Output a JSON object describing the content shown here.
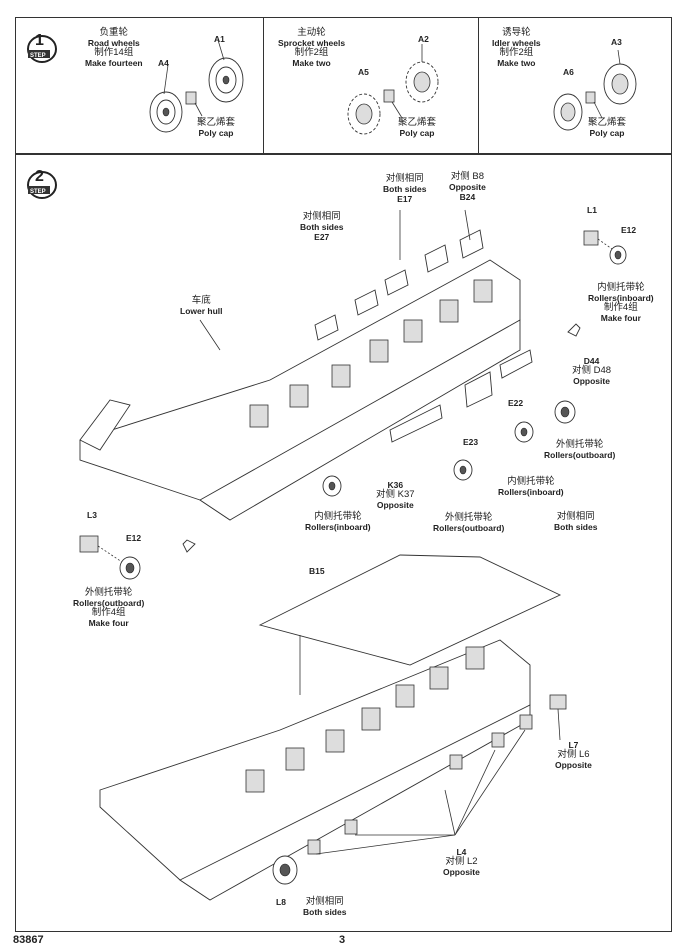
{
  "step1": {
    "step_number": "1",
    "step_word": "STEP",
    "panels": [
      {
        "cn_title": "负重轮",
        "en_title": "Road wheels",
        "cn_count": "制作14组",
        "en_count": "Make fourteen",
        "part_a": "A1",
        "part_b": "A4",
        "cap_cn": "聚乙烯套",
        "cap_en": "Poly cap"
      },
      {
        "cn_title": "主动轮",
        "en_title": "Sprocket wheels",
        "cn_count": "制作2组",
        "en_count": "Make two",
        "part_a": "A2",
        "part_b": "A5",
        "cap_cn": "聚乙烯套",
        "cap_en": "Poly cap"
      },
      {
        "cn_title": "诱导轮",
        "en_title": "Idler wheels",
        "cn_count": "制作2组",
        "en_count": "Make two",
        "part_a": "A3",
        "part_b": "A6",
        "cap_cn": "聚乙烯套",
        "cap_en": "Poly cap"
      }
    ]
  },
  "step2": {
    "step_number": "2",
    "step_word": "STEP",
    "callouts": {
      "e17_cn": "对侧相同",
      "e17_en": "Both sides",
      "e17_part": "E17",
      "b8_cn": "对侧 B8",
      "b8_en": "Opposite",
      "b24_part": "B24",
      "e27_cn": "对侧相同",
      "e27_en": "Both sides",
      "e27_part": "E27",
      "l1_part": "L1",
      "e12_top_part": "E12",
      "rollers_in_top_cn": "内侧托带轮",
      "rollers_in_top_en": "Rollers(inboard)",
      "rollers_in_top_count_cn": "制作4组",
      "rollers_in_top_count_en": "Make four",
      "hull_cn": "车底",
      "hull_en": "Lower hull",
      "d44_part": "D44",
      "d48_cn": "对侧 D48",
      "d48_en": "Opposite",
      "e22_part": "E22",
      "e23_part": "E23",
      "rollers_out_right_cn": "外侧托带轮",
      "rollers_out_right_en": "Rollers(outboard)",
      "rollers_in_mid_cn": "内侧托带轮",
      "rollers_in_mid_en": "Rollers(inboard)",
      "k36_part": "K36",
      "k37_cn": "对侧 K37",
      "k37_en": "Opposite",
      "rollers_in_low_cn": "内侧托带轮",
      "rollers_in_low_en": "Rollers(inboard)",
      "rollers_out_low_cn": "外侧托带轮",
      "rollers_out_low_en": "Rollers(outboard)",
      "both_cn": "对侧相同",
      "both_en": "Both sides",
      "l3_part": "L3",
      "e12_left_part": "E12",
      "rollers_out_left_cn": "外侧托带轮",
      "rollers_out_left_en": "Rollers(outboard)",
      "rollers_out_left_count_cn": "制作4组",
      "rollers_out_left_count_en": "Make four",
      "b15_part": "B15",
      "l7_part": "L7",
      "l6_cn": "对侧 L6",
      "l6_en": "Opposite",
      "l4_part": "L4",
      "l2_cn": "对侧 L2",
      "l2_en": "Opposite",
      "l8_part": "L8",
      "l8_cn": "对侧相同",
      "l8_en": "Both sides"
    }
  },
  "footer": {
    "kit_number": "83867",
    "page_number": "3"
  }
}
